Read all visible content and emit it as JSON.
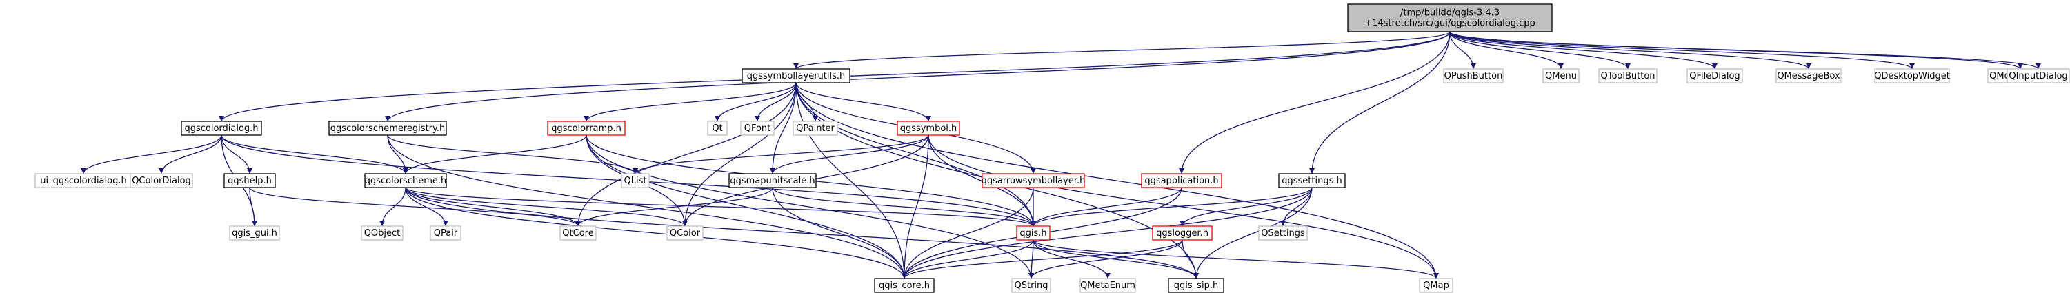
{
  "graph": {
    "colors": {
      "edge": "#191970",
      "root_fill": "#bfbfbf",
      "root_border": "#000000",
      "documented_border": "#000000",
      "undocumented_border": "#ff0000",
      "external_border": "#bfbfbf",
      "text": "#000000",
      "text_external": "#000000"
    },
    "nodes": [
      {
        "id": "root",
        "lines": [
          "/tmp/buildd/qgis-3.4.3",
          "+14stretch/src/gui/qgscolordialog.cpp"
        ],
        "kind": "root"
      },
      {
        "id": "qgssymbollayerutils_h",
        "lines": [
          "qgssymbollayerutils.h"
        ],
        "kind": "documented"
      },
      {
        "id": "qgscolordialog_h",
        "lines": [
          "qgscolordialog.h"
        ],
        "kind": "documented"
      },
      {
        "id": "qgscolorschemeregistry_h",
        "lines": [
          "qgscolorschemeregistry.h"
        ],
        "kind": "documented"
      },
      {
        "id": "qgscolorramp_h",
        "lines": [
          "qgscolorramp.h"
        ],
        "kind": "undocumented"
      },
      {
        "id": "qgssymbol_h",
        "lines": [
          "qgssymbol.h"
        ],
        "kind": "undocumented"
      },
      {
        "id": "qgsapplication_h",
        "lines": [
          "qgsapplication.h"
        ],
        "kind": "undocumented"
      },
      {
        "id": "qgssettings_h",
        "lines": [
          "qgssettings.h"
        ],
        "kind": "documented"
      },
      {
        "id": "qgshelp_h",
        "lines": [
          "qgshelp.h"
        ],
        "kind": "documented"
      },
      {
        "id": "qgscolorscheme_h",
        "lines": [
          "qgscolorscheme.h"
        ],
        "kind": "documented"
      },
      {
        "id": "qgsmapunitscale_h",
        "lines": [
          "qgsmapunitscale.h"
        ],
        "kind": "documented"
      },
      {
        "id": "qgsarrowsymbollayer_h",
        "lines": [
          "qgsarrowsymbollayer.h"
        ],
        "kind": "undocumented"
      },
      {
        "id": "qgis_h",
        "lines": [
          "qgis.h"
        ],
        "kind": "undocumented"
      },
      {
        "id": "qgslogger_h",
        "lines": [
          "qgslogger.h"
        ],
        "kind": "undocumented"
      },
      {
        "id": "qgis_core_h",
        "lines": [
          "qgis_core.h"
        ],
        "kind": "documented"
      },
      {
        "id": "qgis_sip_h",
        "lines": [
          "qgis_sip.h"
        ],
        "kind": "documented"
      },
      {
        "id": "ui_qgscolordialog_h",
        "lines": [
          "ui_qgscolordialog.h"
        ],
        "kind": "external"
      },
      {
        "id": "QColorDialog",
        "lines": [
          "QColorDialog"
        ],
        "kind": "external"
      },
      {
        "id": "qgis_gui_h",
        "lines": [
          "qgis_gui.h"
        ],
        "kind": "external"
      },
      {
        "id": "QObject",
        "lines": [
          "QObject"
        ],
        "kind": "external"
      },
      {
        "id": "QPair",
        "lines": [
          "QPair"
        ],
        "kind": "external"
      },
      {
        "id": "QCore",
        "lines": [
          "QtCore"
        ],
        "kind": "external"
      },
      {
        "id": "QColor",
        "lines": [
          "QColor"
        ],
        "kind": "external"
      },
      {
        "id": "QList",
        "lines": [
          "QList"
        ],
        "kind": "external"
      },
      {
        "id": "Qt",
        "lines": [
          "Qt"
        ],
        "kind": "external"
      },
      {
        "id": "QFont",
        "lines": [
          "QFont"
        ],
        "kind": "external"
      },
      {
        "id": "QPainter",
        "lines": [
          "QPainter"
        ],
        "kind": "external"
      },
      {
        "id": "QString",
        "lines": [
          "QString"
        ],
        "kind": "external"
      },
      {
        "id": "QMetaEnum",
        "lines": [
          "QMetaEnum"
        ],
        "kind": "external"
      },
      {
        "id": "QMap",
        "lines": [
          "QMap"
        ],
        "kind": "external"
      },
      {
        "id": "QSettings",
        "lines": [
          "QSettings"
        ],
        "kind": "external"
      },
      {
        "id": "QPushButton",
        "lines": [
          "QPushButton"
        ],
        "kind": "external"
      },
      {
        "id": "QMenu",
        "lines": [
          "QMenu"
        ],
        "kind": "external"
      },
      {
        "id": "QToolButton",
        "lines": [
          "QToolButton"
        ],
        "kind": "external"
      },
      {
        "id": "QFileDialog",
        "lines": [
          "QFileDialog"
        ],
        "kind": "external"
      },
      {
        "id": "QMessageBox",
        "lines": [
          "QMessageBox"
        ],
        "kind": "external"
      },
      {
        "id": "QDesktopWidget",
        "lines": [
          "QDesktopWidget"
        ],
        "kind": "external"
      },
      {
        "id": "QMouseEvent",
        "lines": [
          "QMouseEvent"
        ],
        "kind": "external"
      },
      {
        "id": "QInputDialog",
        "lines": [
          "QInputDialog"
        ],
        "kind": "external"
      }
    ],
    "edges": [
      [
        "root",
        "qgssymbollayerutils_h"
      ],
      [
        "root",
        "qgscolordialog_h"
      ],
      [
        "root",
        "qgscolorschemeregistry_h"
      ],
      [
        "root",
        "qgsapplication_h"
      ],
      [
        "root",
        "qgssettings_h"
      ],
      [
        "root",
        "QPushButton"
      ],
      [
        "root",
        "QMenu"
      ],
      [
        "root",
        "QToolButton"
      ],
      [
        "root",
        "QFileDialog"
      ],
      [
        "root",
        "QMessageBox"
      ],
      [
        "root",
        "QDesktopWidget"
      ],
      [
        "root",
        "QMouseEvent"
      ],
      [
        "root",
        "QInputDialog"
      ],
      [
        "qgssymbollayerutils_h",
        "qgscolorramp_h"
      ],
      [
        "qgssymbollayerutils_h",
        "qgssymbol_h"
      ],
      [
        "qgssymbollayerutils_h",
        "qgsarrowsymbollayer_h"
      ],
      [
        "qgssymbollayerutils_h",
        "qgsmapunitscale_h"
      ],
      [
        "qgssymbollayerutils_h",
        "Qt"
      ],
      [
        "qgssymbollayerutils_h",
        "QFont"
      ],
      [
        "qgssymbollayerutils_h",
        "QPainter"
      ],
      [
        "qgssymbollayerutils_h",
        "QCore"
      ],
      [
        "qgssymbollayerutils_h",
        "QColor"
      ],
      [
        "qgssymbollayerutils_h",
        "qgis_h"
      ],
      [
        "qgssymbollayerutils_h",
        "qgis_core_h"
      ],
      [
        "qgssymbollayerutils_h",
        "QMap"
      ],
      [
        "qgssymbollayerutils_h",
        "qgis_sip_h"
      ],
      [
        "qgscolordialog_h",
        "ui_qgscolordialog_h"
      ],
      [
        "qgscolordialog_h",
        "QColorDialog"
      ],
      [
        "qgscolordialog_h",
        "qgshelp_h"
      ],
      [
        "qgscolordialog_h",
        "qgis_gui_h"
      ],
      [
        "qgscolordialog_h",
        "qgscolorscheme_h"
      ],
      [
        "qgscolordialog_h",
        "qgis_h"
      ],
      [
        "qgshelp_h",
        "qgis_gui_h"
      ],
      [
        "qgshelp_h",
        "QCore"
      ],
      [
        "qgscolorschemeregistry_h",
        "qgscolorscheme_h"
      ],
      [
        "qgscolorschemeregistry_h",
        "QList"
      ],
      [
        "qgscolorschemeregistry_h",
        "qgis_core_h"
      ],
      [
        "qgscolorscheme_h",
        "QObject"
      ],
      [
        "qgscolorscheme_h",
        "QPair"
      ],
      [
        "qgscolorscheme_h",
        "QCore"
      ],
      [
        "qgscolorscheme_h",
        "QColor"
      ],
      [
        "qgscolorscheme_h",
        "qgis_h"
      ],
      [
        "qgscolorscheme_h",
        "qgis_core_h"
      ],
      [
        "qgscolorscheme_h",
        "qgis_sip_h"
      ],
      [
        "qgscolorramp_h",
        "qgscolorscheme_h"
      ],
      [
        "qgscolorramp_h",
        "QColor"
      ],
      [
        "qgscolorramp_h",
        "qgis_h"
      ],
      [
        "qgscolorramp_h",
        "qgis_core_h"
      ],
      [
        "qgscolorramp_h",
        "QString"
      ],
      [
        "qgssymbol_h",
        "QList"
      ],
      [
        "qgssymbol_h",
        "qgsmapunitscale_h"
      ],
      [
        "qgssymbol_h",
        "qgis_h"
      ],
      [
        "qgssymbol_h",
        "qgis_core_h"
      ],
      [
        "qgssymbol_h",
        "QMap"
      ],
      [
        "qgssymbol_h",
        "QColor"
      ],
      [
        "qgsarrowsymbollayer_h",
        "qgis_h"
      ],
      [
        "qgsarrowsymbollayer_h",
        "qgis_core_h"
      ],
      [
        "qgsmapunitscale_h",
        "qgis_h"
      ],
      [
        "qgsmapunitscale_h",
        "qgis_core_h"
      ],
      [
        "qgsmapunitscale_h",
        "QCore"
      ],
      [
        "qgsapplication_h",
        "qgis_h"
      ],
      [
        "qgsapplication_h",
        "qgis_core_h"
      ],
      [
        "qgssettings_h",
        "qgis_h"
      ],
      [
        "qgssettings_h",
        "QSettings"
      ],
      [
        "qgssettings_h",
        "qgslogger_h"
      ],
      [
        "qgssettings_h",
        "qgis_core_h"
      ],
      [
        "qgssettings_h",
        "qgis_sip_h"
      ],
      [
        "qgslogger_h",
        "qgis_core_h"
      ],
      [
        "qgslogger_h",
        "qgis_sip_h"
      ],
      [
        "qgslogger_h",
        "QString"
      ],
      [
        "qgis_h",
        "qgis_core_h"
      ],
      [
        "qgis_h",
        "QString"
      ],
      [
        "qgis_h",
        "QMetaEnum"
      ],
      [
        "qgis_h",
        "qgis_sip_h"
      ],
      [
        "qgis_h",
        "QMap"
      ]
    ]
  }
}
